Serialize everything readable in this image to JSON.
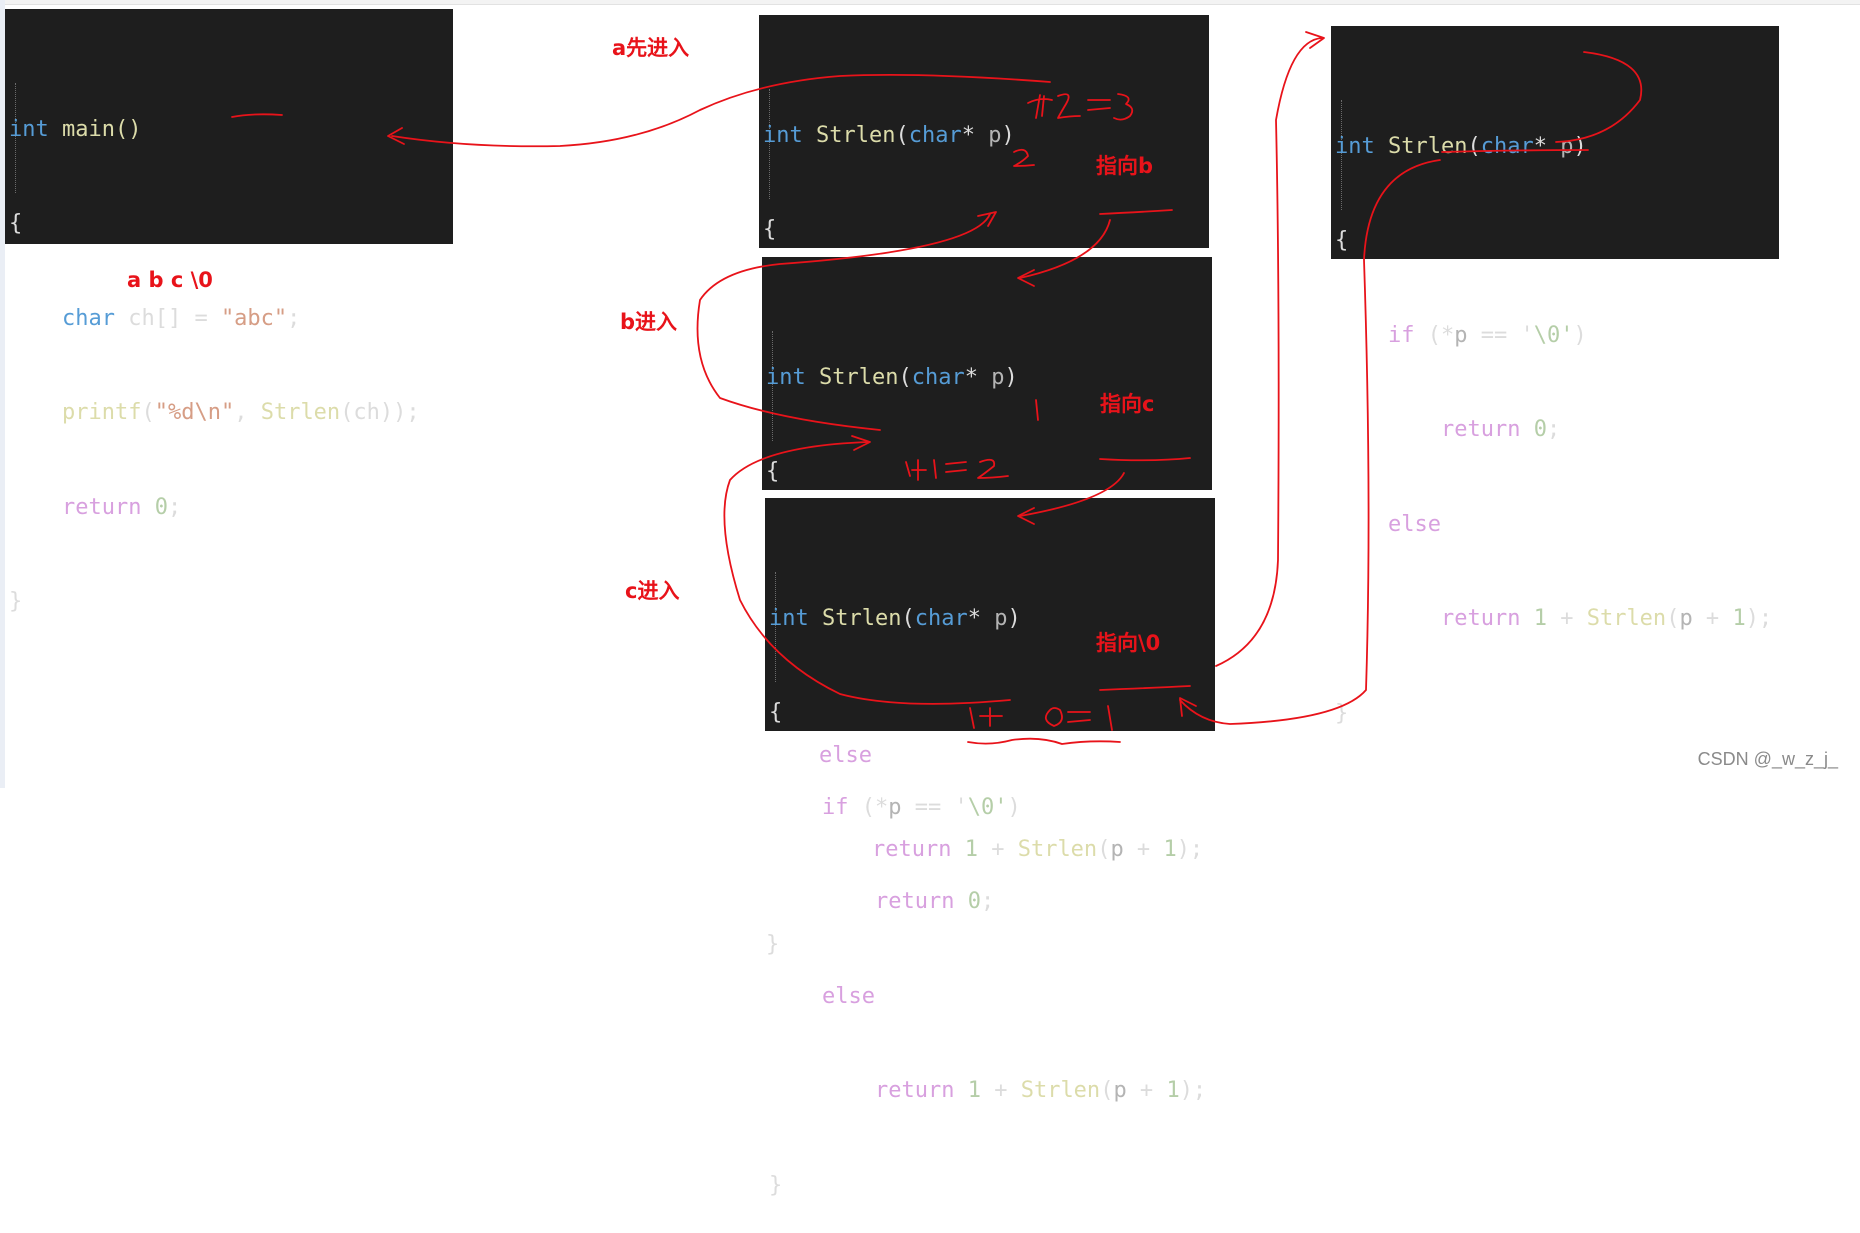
{
  "main_code": {
    "line1_kw": "int",
    "line1_rest": " main()",
    "line2": "{",
    "line3_kw": "char",
    "line3_mid": " ch[] = ",
    "line3_str": "\"abc\"",
    "line3_end": ";",
    "line4_fn": "printf",
    "line4_open": "(",
    "line4_str": "\"%d\\n\"",
    "line4_mid": ", ",
    "line4_call": "Strlen",
    "line4_args": "(ch));",
    "line5_kw": "return",
    "line5_num": " 0",
    "line5_end": ";",
    "line6": "}"
  },
  "strlen_code": {
    "sig_kw": "int",
    "sig_fn": " Strlen",
    "sig_open": "(",
    "sig_type": "char",
    "sig_star": "* ",
    "sig_param": "p",
    "sig_close": ")",
    "brace_open": "{",
    "if_kw": "if",
    "if_cond_open": " (*",
    "if_cond_p": "p",
    "if_cond_mid": " == '",
    "if_cond_lit": "\\0'",
    "if_cond_close": ")",
    "ret0_kw": "return",
    "ret0_val": " 0",
    "ret0_end": ";",
    "else_kw": "else",
    "ret1_kw": "return",
    "ret1_num": " 1",
    "ret1_plus": " + ",
    "ret1_fn": "Strlen",
    "ret1_open": "(",
    "ret1_p": "p",
    "ret1_plus1": " + ",
    "ret1_one": "1",
    "ret1_close": ");",
    "brace_close": "}"
  },
  "labels": {
    "string_chars": "a b c \\0",
    "enter_a": "a先进入",
    "enter_b": "b进入",
    "enter_c": "c进入",
    "points_b": "指向b",
    "points_c": "指向c",
    "points_nul": "指向\\0"
  },
  "handwriting": {
    "box1_result": "1+2=3",
    "box1_value": "2",
    "box2_value": "1",
    "box2_result": "1+1=2",
    "box3_result": "1 + 0=1"
  },
  "watermark": "CSDN @_w_z_j_",
  "colors": {
    "code_background": "#1e1e1e",
    "annotation_red": "#e8131a",
    "keyword_blue": "#569cd6",
    "keyword_purple": "#d8a0df",
    "function_yellow": "#dcdcaa",
    "string_brown": "#d69d85",
    "number_green": "#b5cea8"
  }
}
